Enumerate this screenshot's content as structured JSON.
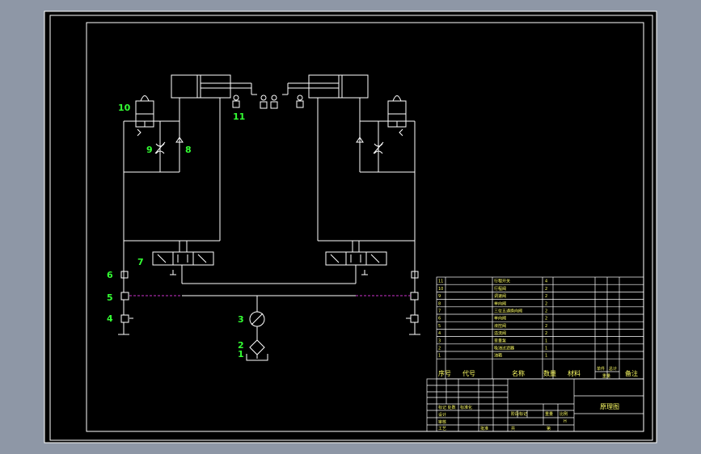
{
  "colors": {
    "backdrop": "#8e97a6",
    "sheet": "#000000",
    "line": "#ffffff",
    "label": "#33ff33",
    "table_text": "#ffff66",
    "dashed": "#cc33cc"
  },
  "labels": {
    "n1": "1",
    "n2": "2",
    "n3": "3",
    "n4": "4",
    "n5": "5",
    "n6": "6",
    "n7": "7",
    "n8": "8",
    "n9": "9",
    "n10": "10",
    "n11": "11"
  },
  "parts_table": {
    "rows": [
      {
        "no": "11",
        "name": "行程开关",
        "qty": "4"
      },
      {
        "no": "10",
        "name": "行程阀",
        "qty": "2"
      },
      {
        "no": "9",
        "name": "调速阀",
        "qty": "2"
      },
      {
        "no": "8",
        "name": "单向阀",
        "qty": "2"
      },
      {
        "no": "7",
        "name": "三位五通换向阀",
        "qty": "2"
      },
      {
        "no": "6",
        "name": "单向阀",
        "qty": "2"
      },
      {
        "no": "5",
        "name": "液控阀",
        "qty": "2"
      },
      {
        "no": "4",
        "name": "溢流阀",
        "qty": "2"
      },
      {
        "no": "3",
        "name": "变量泵",
        "qty": "1"
      },
      {
        "no": "2",
        "name": "吸油过滤器",
        "qty": "1"
      },
      {
        "no": "1",
        "name": "油箱",
        "qty": "1"
      }
    ],
    "header": {
      "seq": "序号",
      "code": "代号",
      "name": "名称",
      "qty": "数量",
      "material": "材料",
      "unit_weight": "单件",
      "total_weight": "总计",
      "weight": "重量",
      "remark": "备注"
    }
  },
  "title_block": {
    "drawing_title": "原理图",
    "mark_label": "标记 处数",
    "designer_label": "设计",
    "standard_label": "标准化",
    "stage_label": "阶段标记",
    "weight_label": "重量",
    "scale_label": "比例",
    "audit_label": "审核",
    "craft_label": "工艺",
    "approve_label": "批准",
    "sheet_total_label": "共",
    "sheet_label": "第",
    "scale_value": "H"
  }
}
